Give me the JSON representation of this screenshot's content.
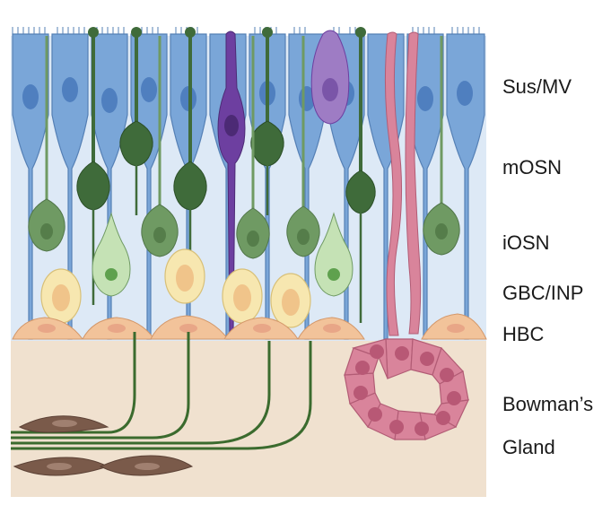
{
  "labels": {
    "sus_mv": "Sus/MV",
    "mosn": "mOSN",
    "iosn": "iOSN",
    "gbc_inp": "GBC/INP",
    "hbc": "HBC",
    "bowmans": "Bowman’s",
    "gland": "Gland"
  },
  "colors": {
    "sustentacular": "#7aa6d8",
    "sustentacular_nucleus": "#4f7fbf",
    "mature_osn": "#3f6b3a",
    "immature_osn": "#6f9a63",
    "inp": "#a9d39a",
    "gbc": "#f7e7b0",
    "hbc": "#f2c39a",
    "microvillar": "#6d3fa0",
    "microvillar_light": "#9e7cc4",
    "bowmans_gland": "#d9849b",
    "lamina_propria": "#f0e1cf",
    "axon_bundle": "#3b6b2e",
    "fibroblast": "#7a5a4a"
  }
}
